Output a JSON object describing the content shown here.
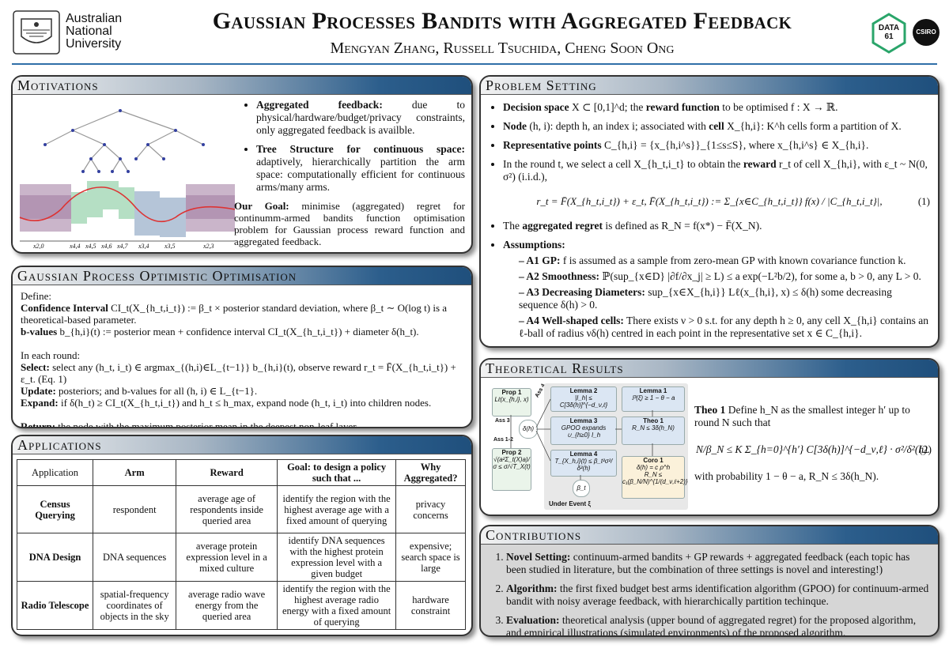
{
  "header": {
    "title": "Gaussian Processes Bandits with Aggregated Feedback",
    "authors": "Mengyan Zhang, Russell Tsuchida, Cheng Soon Ong",
    "anu_logo_lines": [
      "Australian",
      "National",
      "University"
    ],
    "data61_logo": "DATA 61",
    "csiro_logo": "CSIRO"
  },
  "motivations": {
    "title": "Motivations",
    "bullets": [
      {
        "head": "Aggregated feedback:",
        "text": " due to physical/hardware/budget/privacy constraints, only aggregated feedback is availble."
      },
      {
        "head": "Tree Structure for continuous space:",
        "text": " adaptively, hierarchically partition the arm space: computationally efficient for continuous arms/many arms."
      }
    ],
    "goal_head": "Our Goal:",
    "goal_text": " minimise (aggregated) regret for continumm-armed bandits function optimisation problem for Gaussian process reward function and aggregated feedback.",
    "fig_labels": [
      "x2,0",
      "x4,4",
      "x4,5",
      "x4,6",
      "x4,7",
      "x3,4",
      "x3,5",
      "x2,3"
    ]
  },
  "gpoo": {
    "title": "Gaussian Process Optimistic Optimisation",
    "define": "Define:",
    "ci_head": "Confidence Interval",
    "ci_text": "CI_t(X_{h_t,i_t}) := β_t × posterior standard deviation, where β_t ∼ O(log t) is a theoretical-based parameter.",
    "bv_head": "b-values",
    "bv_text": "b_{h,i}(t) := posterior mean + confidence interval CI_t(X_{h_t,i_t}) + diameter δ(h_t).",
    "round": "In each round:",
    "select_head": "Select:",
    "select_text": "select any (h_t, i_t) ∈ argmax_{(h,i)∈L_{t−1}} b_{h,i}(t), observe reward r_t = F̄(X_{h_t,i_t}) + ε_t. (Eq. 1)",
    "update_head": "Update:",
    "update_text": "posteriors; and b-values for all (h, i) ∈ L_{t−1}.",
    "expand_head": "Expand:",
    "expand_text": "if δ(h_t) ≥ CI_t(X_{h_t,i_t}) and h_t ≤ h_max, expand node (h_t, i_t) into children nodes.",
    "return_head": "Return:",
    "return_text": "the node with the maximum posterior mean in the deepest non-leaf layer"
  },
  "applications": {
    "title": "Applications",
    "headers": [
      "Application",
      "Arm",
      "Reward",
      "Goal: to design a policy such that ...",
      "Why Aggregated?"
    ],
    "rows": [
      [
        "Census Querying",
        "respondent",
        "average age of respondents inside queried area",
        "identify the region with the highest average age with a fixed amount of querying",
        "privacy concerns"
      ],
      [
        "DNA Design",
        "DNA sequences",
        "average protein expression level in a mixed culture",
        "identify DNA sequences with the highest protein expression level with a given budget",
        "expensive; search space is large"
      ],
      [
        "Radio Telescope",
        "spatial-frequency coordinates of objects in the sky",
        "average radio wave energy from the queried area",
        "identify the region with the highest average radio energy with a fixed amount of querying",
        "hardware constraint"
      ]
    ]
  },
  "problem": {
    "title": "Problem Setting",
    "b1_head": "Decision space",
    "b1_text": "X ⊂ [0,1]^d; the",
    "b1_head2": "reward function",
    "b1_text2": "to be optimised f : X → ℝ.",
    "b2_head": "Node",
    "b2_text": "(h, i): depth h, an index i; associated with",
    "b2_head2": "cell",
    "b2_text2": "X_{h,i}: K^h cells form a partition of X.",
    "b3_head": "Representative points",
    "b3_text": "C_{h,i} = {x_{h,i^s}}_{1≤s≤S}, where x_{h,i^s} ∈ X_{h,i}.",
    "b4_text": "In the round t, we select a cell X_{h_t,i_t} to obtain the",
    "b4_head": "reward",
    "b4_text2": "r_t of cell X_{h,i}, with ε_t ~ N(0, σ²) (i.i.d.),",
    "eq1": "r_t = F̄(X_{h_t,i_t}) + ε_t,   F̄(X_{h_t,i_t}) := Σ_{x∈C_{h_t,i_t}} f(x) / |C_{h_t,i_t}|,",
    "eq1_num": "(1)",
    "b5_text": "The",
    "b5_head": "aggregated regret",
    "b5_text2": "is defined as R_N = f(x*) − F̄(X_N).",
    "b6_head": "Assumptions:",
    "assumptions": [
      {
        "head": "A1 GP:",
        "text": "f is assumed as a sample from zero-mean GP with known covariance function k."
      },
      {
        "head": "A2 Smoothness:",
        "text": "ℙ(sup_{x∈D} |∂f/∂x_j| ≥ L) ≤ a exp(−L²b/2), for some a, b > 0, any L > 0."
      },
      {
        "head": "A3 Decreasing Diameters:",
        "text": "sup_{x∈X_{h,i}} Lℓ(x_{h,i}, x) ≤ δ(h) some decreasing sequence δ(h) > 0."
      },
      {
        "head": "A4 Well-shaped cells:",
        "text": "There exists ν > 0 s.t. for any depth h ≥ 0, any cell X_{h,i} contains an ℓ-ball of radius νδ(h) centred in each point in the representative set x ∈ C_{h,i}."
      }
    ]
  },
  "theory": {
    "title": "Theoretical Results",
    "theo_head": "Theo 1",
    "theo_text": "Define h_N as the smallest integer h′ up to round N such that",
    "eq2": "N/β_N ≤ K Σ_{h=0}^{h′} C[3δ(h)]^{−d_ν,ℓ} · σ²/δ²(h).",
    "eq2_num": "(2)",
    "prob_text": "with probability 1 − θ − a, R_N ≤ 3δ(h_N).",
    "fig": {
      "prop1": "Prop 1",
      "prop1_f": "Lℓ(x_{h,i}, x)",
      "prop2": "Prop 2",
      "prop2_f": "√(a²Σ_t(X)a)/σ ≤ σ/√T_X(t)",
      "ass3": "Ass 3",
      "ass4": "Ass 4",
      "ass12": "Ass 1-2",
      "delta": "δ(h)",
      "l2": "Lemma 2",
      "l2_f": "|I_h| ≤ C[3δ(h)]^{−d_ν,ℓ}",
      "l3": "Lemma 3",
      "l3_f": "GPOO expands ∪_{h≥0} I_h",
      "l4": "Lemma 4",
      "l4_f": "T_{X_h,i}(t) ≤ β_t²σ²/δ²(h)",
      "l1": "Lemma 1",
      "l1_f": "ℙ(ξ) ≥ 1 − θ − a",
      "t1": "Theo 1",
      "t1_f": "R_N ≤ 3δ(h_N)",
      "c1": "Coro 1",
      "c1_f": "δ(h) = c ρ^h",
      "c1_f2": "R_N ≤ c₁(β_N/N)^{1/(d_ν,ℓ+2)}",
      "beta": "β_t",
      "under": "Under Event ξ"
    }
  },
  "contributions": {
    "title": "Contributions",
    "items": [
      {
        "head": "Novel Setting:",
        "text": " continuum-armed bandits + GP rewards + aggregated feedback (each topic has been studied in literature, but the combination of three settings is novel and interesting!)"
      },
      {
        "head": "Algorithm:",
        "text": " the first fixed budget best arms identification algorithm (GPOO) for continuum-armed bandit with noisy average feedback, with hierarchically partition techinque."
      },
      {
        "head": "Evaluation:",
        "text": " theoretical analysis (upper bound of aggregated regret) for the proposed algorithm, and empirical illustrations (simulated environments) of the proposed algorithm."
      }
    ]
  },
  "colors": {
    "accent": "#1f4f7c",
    "rule": "#2f6fa8",
    "data61": "#2aa56a"
  }
}
